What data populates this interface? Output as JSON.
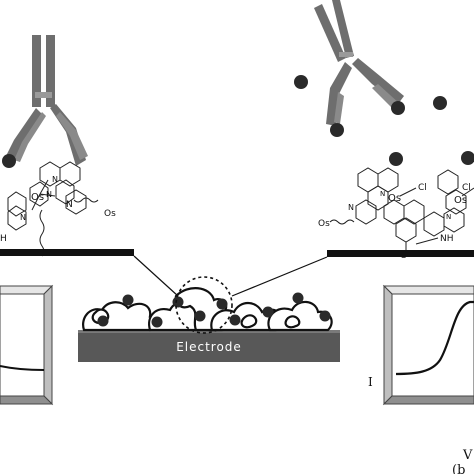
{
  "electrode": {
    "label": "Electrode"
  },
  "left_complex": {
    "metal": "Os",
    "nitrogen_a": "N",
    "nitrogen_b": "N",
    "amine": "N",
    "neighbor": "Os",
    "pyridine_n": "N",
    "h_fragment": "H"
  },
  "right_complex": {
    "metal_a": "Os",
    "metal_b": "Os",
    "chloride_a": "Cl",
    "chloride_b": "Cl",
    "amine_a": "N",
    "amine_b": "NH",
    "neighbor": "Os",
    "sulfur": "S",
    "ring_n_a": "N",
    "ring_n_b": "N"
  },
  "right_plot": {
    "y_label": "I",
    "x_label": "V",
    "panel_tag": "(b"
  },
  "colors": {
    "antibody": "#6e6e6e",
    "antibody_dark": "#3a3a3a",
    "bead": "#2a2a2a",
    "electrode": "#585858",
    "bar": "#111111",
    "frame": "#bfbfbf"
  }
}
